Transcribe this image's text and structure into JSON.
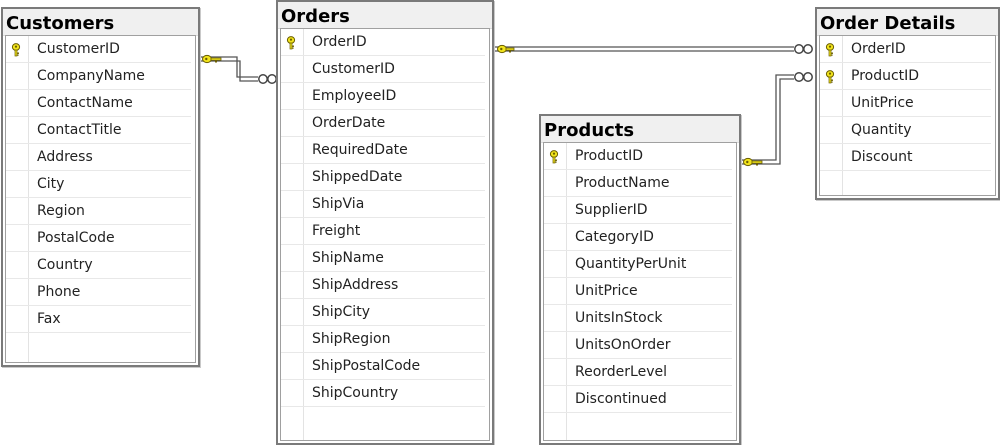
{
  "tables": {
    "customers": {
      "title": "Customers",
      "columns": [
        {
          "name": "CustomerID",
          "pk": true
        },
        {
          "name": "CompanyName",
          "pk": false
        },
        {
          "name": "ContactName",
          "pk": false
        },
        {
          "name": "ContactTitle",
          "pk": false
        },
        {
          "name": "Address",
          "pk": false
        },
        {
          "name": "City",
          "pk": false
        },
        {
          "name": "Region",
          "pk": false
        },
        {
          "name": "PostalCode",
          "pk": false
        },
        {
          "name": "Country",
          "pk": false
        },
        {
          "name": "Phone",
          "pk": false
        },
        {
          "name": "Fax",
          "pk": false
        }
      ]
    },
    "orders": {
      "title": "Orders",
      "columns": [
        {
          "name": "OrderID",
          "pk": true
        },
        {
          "name": "CustomerID",
          "pk": false
        },
        {
          "name": "EmployeeID",
          "pk": false
        },
        {
          "name": "OrderDate",
          "pk": false
        },
        {
          "name": "RequiredDate",
          "pk": false
        },
        {
          "name": "ShippedDate",
          "pk": false
        },
        {
          "name": "ShipVia",
          "pk": false
        },
        {
          "name": "Freight",
          "pk": false
        },
        {
          "name": "ShipName",
          "pk": false
        },
        {
          "name": "ShipAddress",
          "pk": false
        },
        {
          "name": "ShipCity",
          "pk": false
        },
        {
          "name": "ShipRegion",
          "pk": false
        },
        {
          "name": "ShipPostalCode",
          "pk": false
        },
        {
          "name": "ShipCountry",
          "pk": false
        }
      ]
    },
    "products": {
      "title": "Products",
      "columns": [
        {
          "name": "ProductID",
          "pk": true
        },
        {
          "name": "ProductName",
          "pk": false
        },
        {
          "name": "SupplierID",
          "pk": false
        },
        {
          "name": "CategoryID",
          "pk": false
        },
        {
          "name": "QuantityPerUnit",
          "pk": false
        },
        {
          "name": "UnitPrice",
          "pk": false
        },
        {
          "name": "UnitsInStock",
          "pk": false
        },
        {
          "name": "UnitsOnOrder",
          "pk": false
        },
        {
          "name": "ReorderLevel",
          "pk": false
        },
        {
          "name": "Discontinued",
          "pk": false
        }
      ]
    },
    "order_details": {
      "title": "Order Details",
      "columns": [
        {
          "name": "OrderID",
          "pk": true
        },
        {
          "name": "ProductID",
          "pk": true
        },
        {
          "name": "UnitPrice",
          "pk": false
        },
        {
          "name": "Quantity",
          "pk": false
        },
        {
          "name": "Discount",
          "pk": false
        }
      ]
    }
  },
  "relationships": [
    {
      "from": "customers",
      "to": "orders",
      "one_end": "key-icon",
      "many_end": "infinity-icon"
    },
    {
      "from": "orders",
      "to": "order_details",
      "one_end": "key-icon",
      "many_end": "infinity-icon"
    },
    {
      "from": "products",
      "to": "order_details",
      "one_end": "key-icon",
      "many_end": "infinity-icon"
    }
  ],
  "colors": {
    "key_fill": "#f2e41c",
    "key_stroke": "#6b5f00",
    "line": "#555555",
    "border": "#7a7a7a",
    "title_bg": "#f0f0f0"
  }
}
